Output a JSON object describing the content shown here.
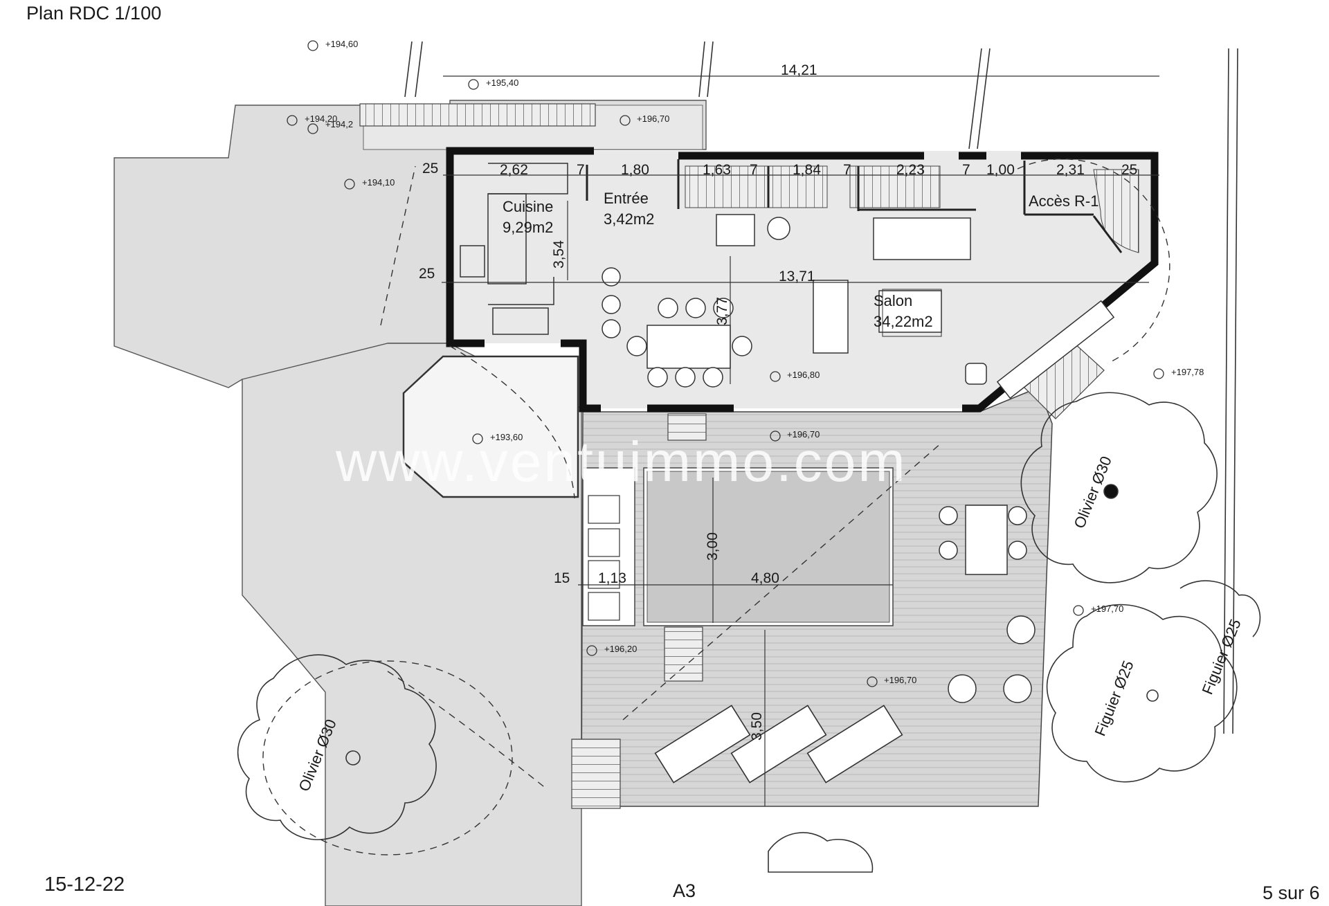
{
  "header": {
    "title": "Plan RDC 1/100",
    "date": "15-12-22",
    "sheet_format": "A3",
    "page": "5 sur 6"
  },
  "watermark": "www.ventuimmo.com",
  "rooms": {
    "cuisine": {
      "name": "Cuisine",
      "area": "9,29m2"
    },
    "entree": {
      "name": "Entrée",
      "area": "3,42m2"
    },
    "salon": {
      "name": "Salon",
      "area": "34,22m2"
    },
    "acces": {
      "name": "Accès R-1"
    }
  },
  "dimensions": {
    "overall_width": "14,21",
    "interior_width": "13,71",
    "d262": "2,62",
    "d180": "1,80",
    "d163": "1,63",
    "d184": "1,84",
    "d223": "2,23",
    "d100": "1,00",
    "d231": "2,31",
    "d25": "25",
    "d7": "7",
    "d354": "3,54",
    "d377": "3,77",
    "d300": "3,00",
    "d480": "4,80",
    "d113": "1,13",
    "d15": "15",
    "d350": "3,50"
  },
  "levels": {
    "l19460": "+194,60",
    "l19540": "+195,40",
    "l19420": "+194,20",
    "l1942": "+194,2",
    "l19670": "+196,70",
    "l19410": "+194,10",
    "l19680": "+196,80",
    "l19778": "+197,78",
    "l19360": "+193,60",
    "l19770": "+197,70",
    "l19620": "+196,20"
  },
  "trees": {
    "olivier": "Olivier Ø30",
    "figuier": "Figuier Ø25"
  },
  "colors": {
    "paving": "#dedede",
    "terrace": "#d6d6d6",
    "pool": "#c8c8c8",
    "wall": "#111111",
    "line": "#3a3a3a"
  }
}
